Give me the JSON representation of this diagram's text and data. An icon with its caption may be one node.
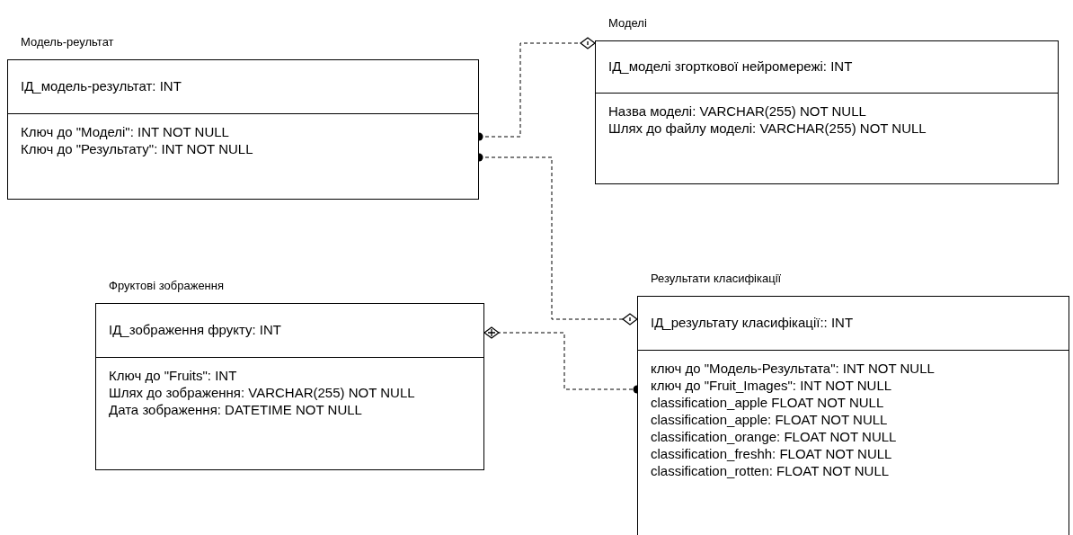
{
  "diagram": {
    "nodes": [
      {
        "text": [
          "Модель-реультат",
          "ІД_модель-результат: INT",
          "Ключ до \"Моделі\": INT NOT NULL",
          "Ключ до \"Результату\": INT NOT NULL"
        ]
      },
      {
        "text": [
          "Моделі",
          "ІД_моделі згорткової нейромережі: INT",
          "Назва моделі: VARCHAR(255) NOT NULL",
          "Шлях до файлу моделі: VARCHAR(255) NOT NULL"
        ]
      },
      {
        "text": [
          "Фруктові зображення",
          "ІД_зображення фрукту: INT",
          "Ключ до  \"Fruits\": INT",
          "Шлях до зображення: VARCHAR(255) NOT NULL",
          "Дата зображення: DATETIME NOT NULL"
        ]
      },
      {
        "text": [
          "Результати класифікації",
          "ІД_результату класифікації:: INT",
          "ключ до \"Модель-Результата\": INT NOT NULL",
          "ключ до \"Fruit_Images\": INT NOT NULL",
          "classification_apple FLOAT NOT NULL",
          "classification_apple: FLOAT NOT NULL",
          "classification_orange: FLOAT NOT NULL",
          "classification_freshh: FLOAT NOT NULL",
          "classification_rotten: FLOAT NOT NULL"
        ]
      }
    ],
    "edges": [
      {
        "from": 0,
        "to": 1,
        "arrow": "other",
        "style": "dashed"
      },
      {
        "from": 0,
        "to": 3,
        "arrow": "other",
        "style": "dashed"
      },
      {
        "from": 2,
        "to": 3,
        "arrow": "other",
        "style": "dashed"
      }
    ]
  }
}
